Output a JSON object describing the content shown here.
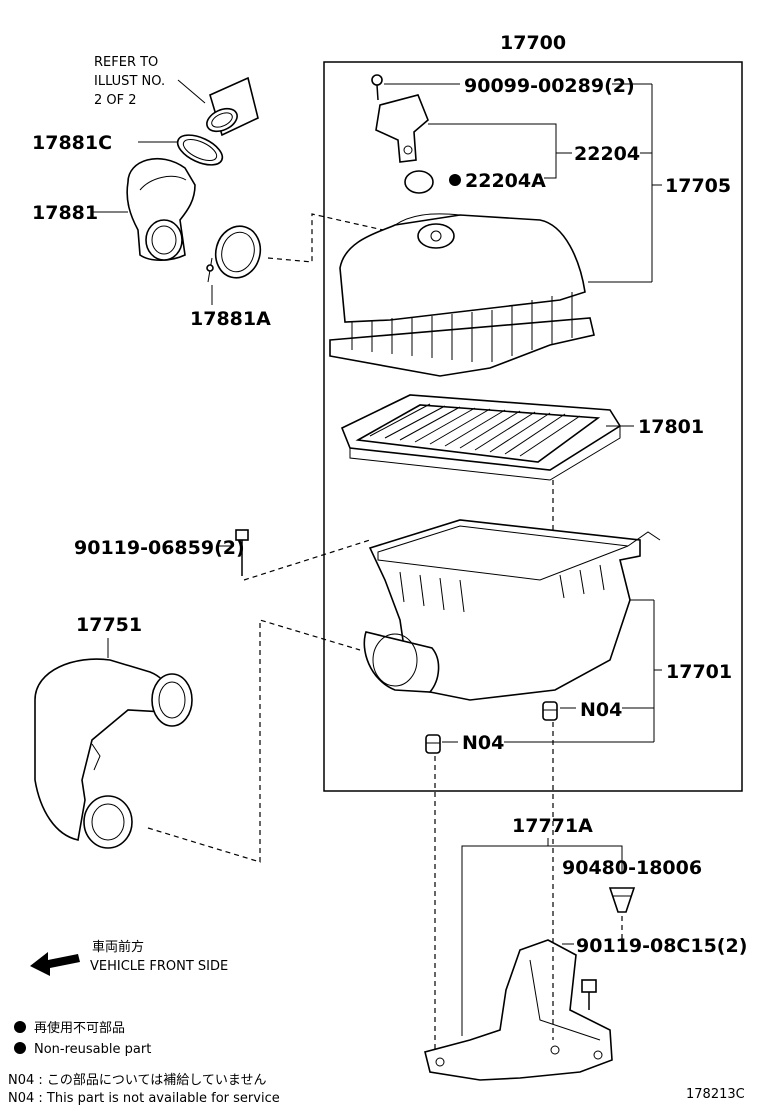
{
  "assembly": {
    "number": "17700"
  },
  "parts": {
    "p90099": "90099-00289(2)",
    "p22204": "22204",
    "p22204A": "22204A",
    "p17705": "17705",
    "p17801": "17801",
    "p17701": "17701",
    "pN04a": "N04",
    "pN04b": "N04",
    "p17881C": "17881C",
    "p17881": "17881",
    "p17881A": "17881A",
    "p90119_06859": "90119-06859(2)",
    "p17751": "17751",
    "p17771A": "17771A",
    "p90480": "90480-18006",
    "p90119_08C15": "90119-08C15(2)"
  },
  "refer": {
    "line1": "REFER TO",
    "line2": "ILLUST NO.",
    "line3": "2 OF 2"
  },
  "direction": {
    "jp": "車両前方",
    "en": "VEHICLE FRONT SIDE"
  },
  "legend": {
    "nonreusable_jp": "再使用不可部品",
    "nonreusable_en": "Non-reusable part",
    "n04_jp": "N04 : この部品については補給していません",
    "n04_en": "N04 : This part is not available for service"
  },
  "figure_id": "178213C"
}
